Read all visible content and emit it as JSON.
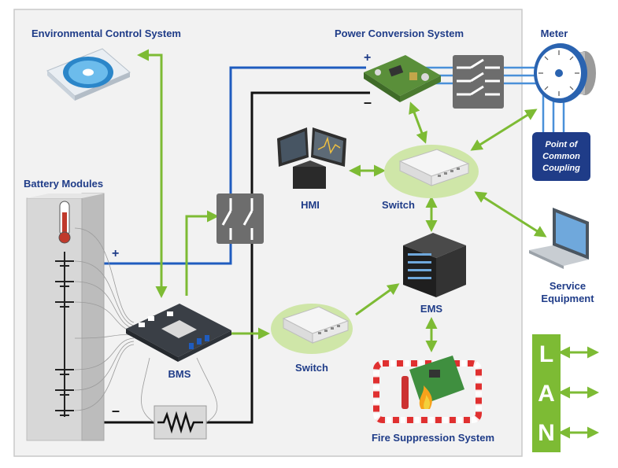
{
  "labels": {
    "environmental_control_system": "Environmental Control System",
    "power_conversion_system": "Power Conversion System",
    "meter": "Meter",
    "battery_modules": "Battery Modules",
    "hmi": "HMI",
    "switch_top": "Switch",
    "switch_bottom": "Switch",
    "bms": "BMS",
    "ems": "EMS",
    "service_equipment_line1": "Service",
    "service_equipment_line2": "Equipment",
    "fire_suppression_system": "Fire Suppression System",
    "point_of_common_coupling_line1": "Point of",
    "point_of_common_coupling_line2": "Common",
    "point_of_common_coupling_line3": "Coupling"
  },
  "polarity": {
    "pcs_positive": "+",
    "pcs_negative": "–",
    "battery_positive": "+",
    "battery_negative": "–"
  },
  "lan": {
    "letters": [
      "L",
      "A",
      "N"
    ]
  },
  "colors": {
    "label": "#1f3c88",
    "arrow_green": "#7dbb34",
    "dc_positive_line": "#1f5cbf",
    "dc_negative_line": "#111111",
    "ac_line": "#4a90d9",
    "pcc_box": "#1f3c88",
    "lan_bar": "#7dbb34",
    "panel_background": "#f2f2f2"
  },
  "icons": {
    "ecs": "cooling-fan-icon",
    "pcs": "circuit-board-icon",
    "meter": "electric-meter-icon",
    "hmi": "monitor-icon",
    "switch": "network-switch-icon",
    "ems": "server-rack-icon",
    "bms": "control-board-icon",
    "fire": "fire-suppression-icon",
    "service": "laptop-icon",
    "thermometer": "thermometer-icon",
    "resistor": "resistor-icon",
    "disconnect": "disconnect-switch-icon"
  }
}
